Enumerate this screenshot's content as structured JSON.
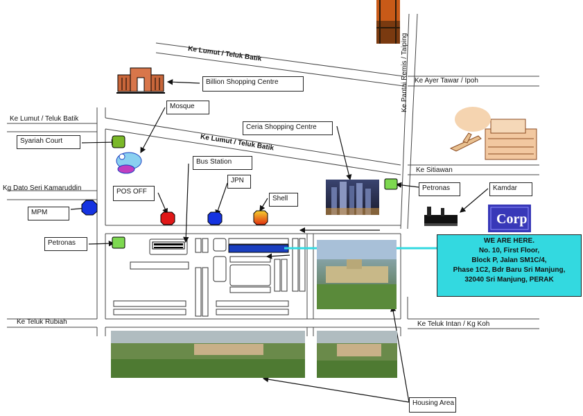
{
  "roads": {
    "lumut_teluk_batik_top": "Ke Lumut / Teluk Batik",
    "lumut_teluk_batik_mid": "Ke Lumut / Teluk Batik",
    "lumut_teluk_batik_left": "Ke Lumut / Teluk Batik",
    "pantai_remis_taiping": "Ke Pantai Remis / Taiping",
    "ayer_tawar_ipoh": "Ke Ayer Tawar / Ipoh",
    "sitiawan": "Ke Sitiawan",
    "dato_seri_kamaruddin": "Kg Dato Seri Kamaruddin",
    "teluk_rubiah": "Ke Teluk Rubiah",
    "teluk_intan_kg_koh": "Ke Teluk Intan / Kg Koh"
  },
  "places": {
    "billion": "Billion Shopping Centre",
    "mosque": "Mosque",
    "syariah_court": "Syariah Court",
    "ceria": "Ceria Shopping Centre",
    "bus_station": "Bus Station",
    "jpn": "JPN",
    "pos_off": "POS OFF",
    "shell": "Shell",
    "mpm": "MPM",
    "petronas_left": "Petronas",
    "petronas_right": "Petronas",
    "kamdar": "Kamdar",
    "housing_area": "Housing Area"
  },
  "we_are_here": {
    "line1": "WE ARE HERE.",
    "line2": "No. 10, First Floor,",
    "line3": "Block P, Jalan SM1C/4,",
    "line4": "Phase 1C2, Bdr Baru Sri Manjung,",
    "line5": "32040 Sri Manjung, PERAK"
  },
  "logo": {
    "text": "Corp"
  },
  "colors": {
    "here_box": "#33d9e0",
    "green_marker": "#7dd850",
    "blue_marker": "#1533e0",
    "red_marker": "#e01818",
    "shell_marker": "#f0a020",
    "target_block": "#1a3fbf"
  }
}
